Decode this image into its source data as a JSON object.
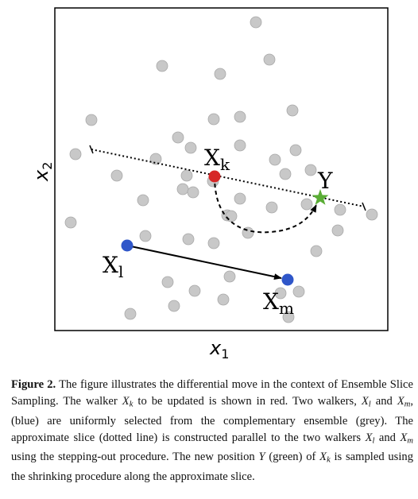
{
  "figure": {
    "xlabel": "x",
    "xlabel_sub": "1",
    "ylabel": "x",
    "ylabel_sub": "2",
    "colors": {
      "grey": "#c8c8c8",
      "grey_edge": "#a9a9a9",
      "red": "#d62728",
      "blue": "#2f56c9",
      "green": "#5aad35",
      "frame": "#000000"
    },
    "labels": {
      "xk": "X",
      "xk_sub": "k",
      "xl": "X",
      "xl_sub": "l",
      "xm": "X",
      "xm_sub": "m",
      "y": "Y"
    }
  },
  "caption": {
    "label": "Figure 2.",
    "s1": " The figure illustrates the differential move in the context of Ensemble Slice Sampling. The walker ",
    "m1": "X",
    "m1_sub": "k",
    "s2": " to be updated is shown in red. Two walkers, ",
    "m2": "X",
    "m2_sub": "l",
    "s3": " and ",
    "m3": "X",
    "m3_sub": "m",
    "s4": ", (blue) are uniformly selected from the complementary ensemble (grey). The approximate slice (dotted line) is constructed parallel to the two walkers ",
    "m4": "X",
    "m4_sub": "l",
    "s5": " and ",
    "m5": "X",
    "m5_sub": "m",
    "s6": " using the stepping-out procedure. The new position ",
    "m6": "Y",
    "s7": " (green) of ",
    "m7": "X",
    "m7_sub": "k",
    "s8": " is sampled using the shrinking procedure along the approximate slice."
  }
}
